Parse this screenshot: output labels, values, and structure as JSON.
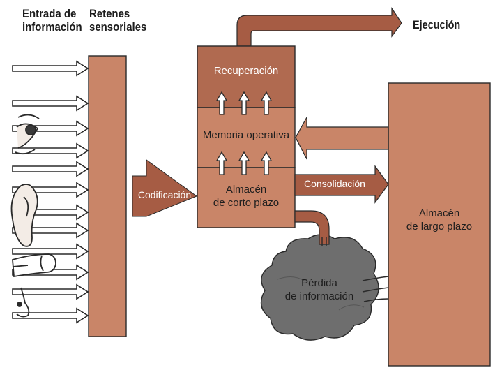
{
  "headers": {
    "input": "Entrada de\ninformación",
    "sensory": "Retenes\nsensoriales"
  },
  "stages": {
    "retrieval": "Recuperación",
    "working_memory": "Memoria operativa",
    "short_term": "Almacén\nde corto plazo",
    "long_term": "Almacén\nde largo plazo",
    "loss": "Pérdida\nde información"
  },
  "flows": {
    "encoding": "Codificación",
    "consolidation": "Consolidación",
    "execution": "Ejecución"
  },
  "colors": {
    "box_fill": "#c98568",
    "box_dark": "#a65c44",
    "retrieval_fill": "#b06a50",
    "line": "#2a2a2a",
    "cloud": "#6e6e6e",
    "highlight": "#e9eef7"
  }
}
